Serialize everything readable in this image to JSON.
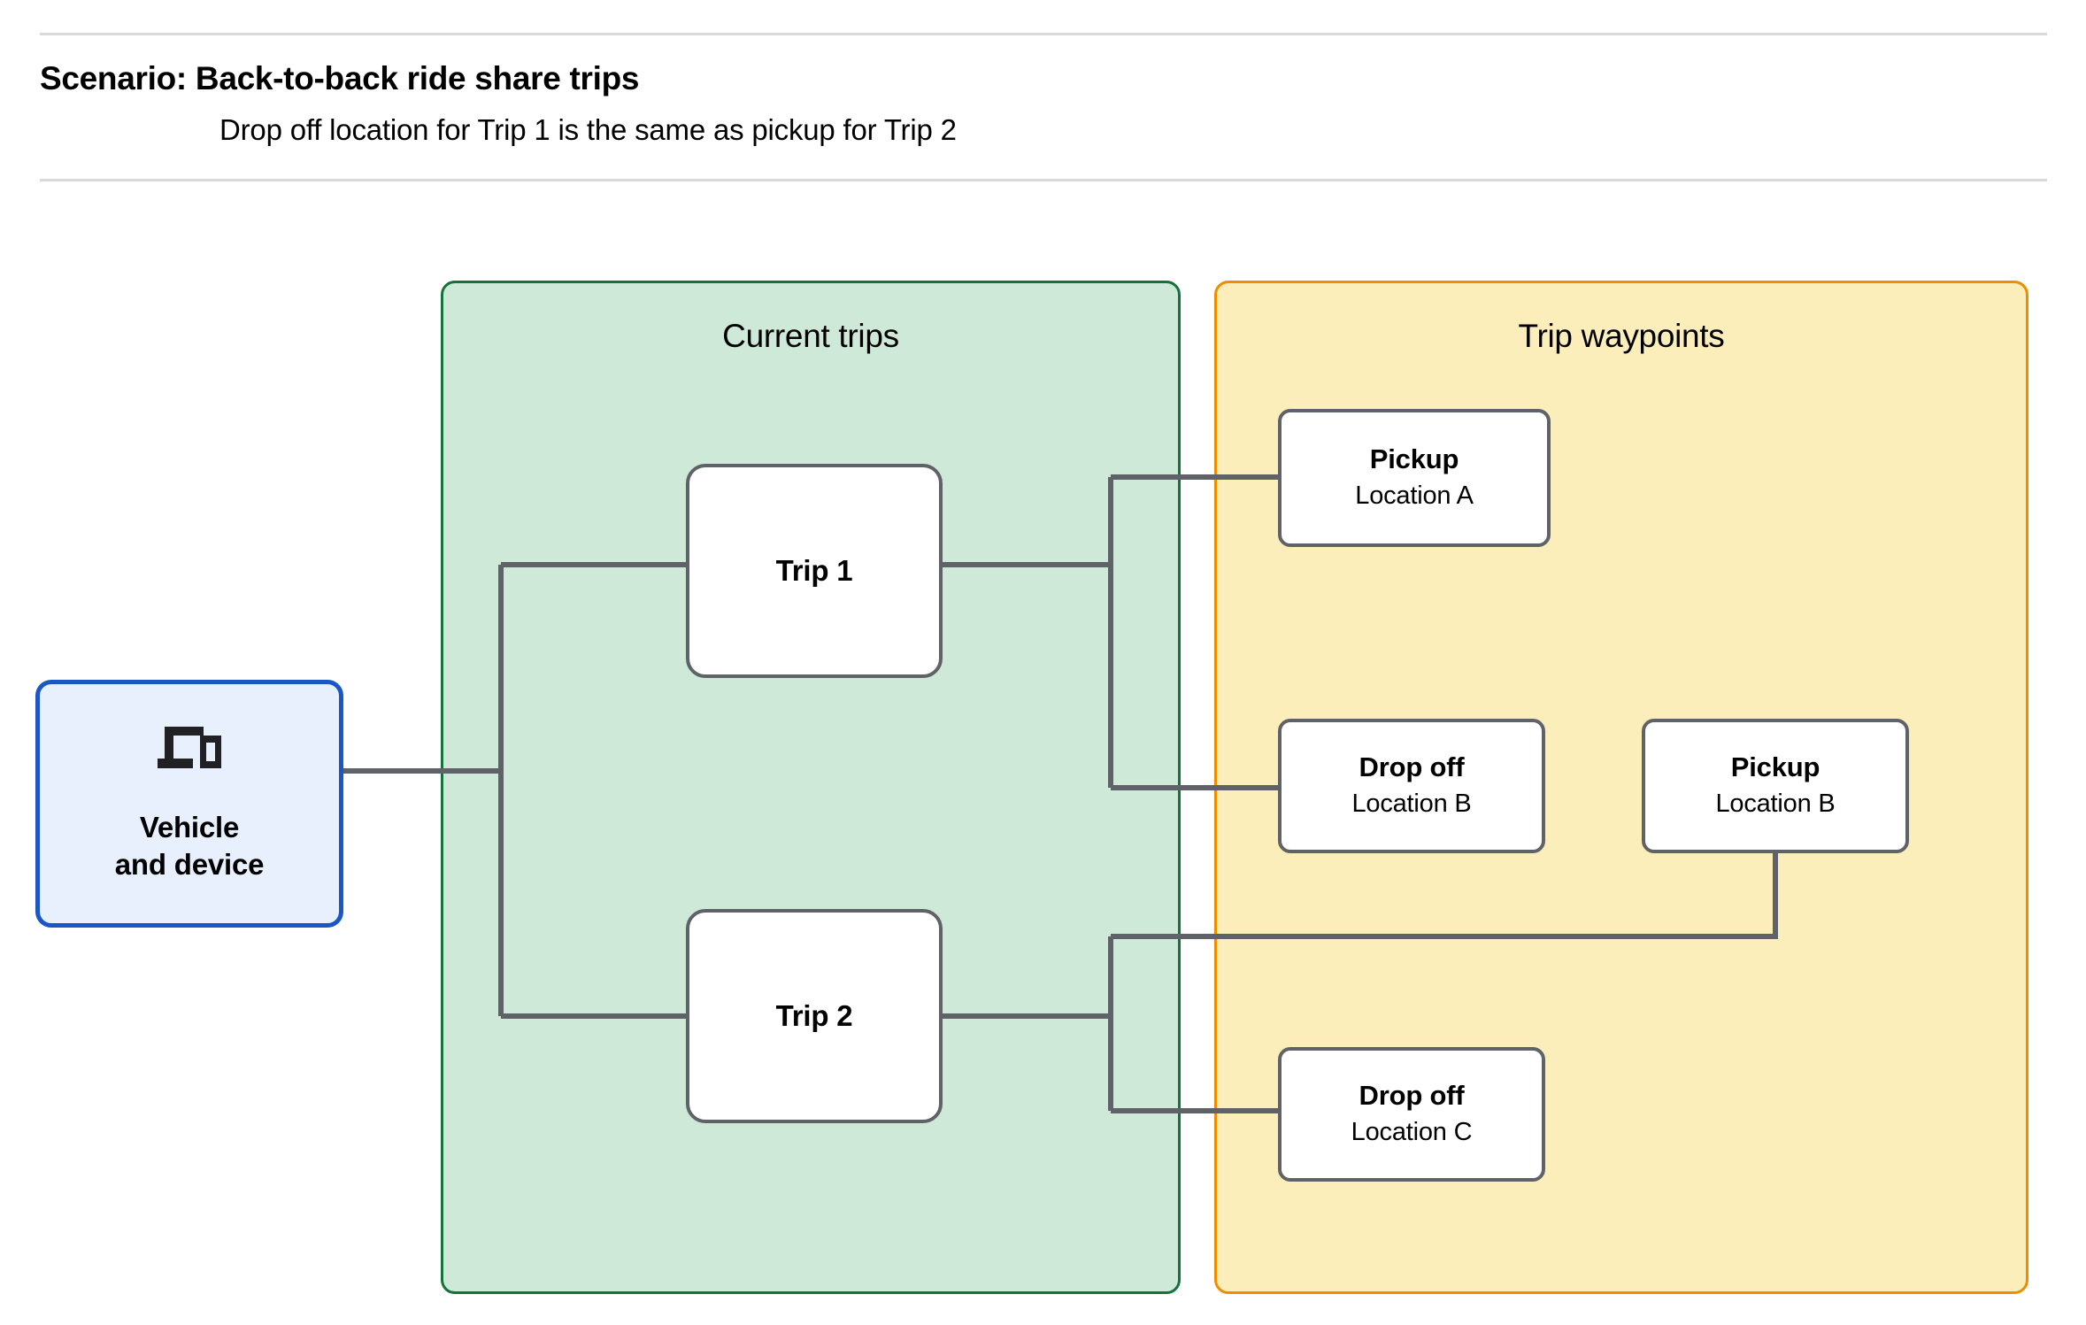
{
  "header": {
    "title": "Scenario: Back-to-back ride share trips",
    "subtitle": "Drop off  location for Trip 1 is the same as pickup for Trip 2"
  },
  "panels": {
    "current_trips": {
      "title": "Current trips",
      "fill": "#cee9d7",
      "border": "#13733a"
    },
    "trip_waypoints": {
      "title": "Trip waypoints",
      "fill": "#fceeba",
      "border": "#f08c00"
    }
  },
  "nodes": {
    "vehicle": {
      "line1": "Vehicle",
      "line2": "and device",
      "icon": "devices-icon",
      "fill": "#e8f0fe",
      "border": "#1a56c4"
    },
    "trip_1": {
      "label": "Trip 1"
    },
    "trip_2": {
      "label": "Trip 2"
    },
    "pickup_a": {
      "title": "Pickup",
      "sub": "Location A"
    },
    "dropoff_b": {
      "title": "Drop off",
      "sub": "Location B"
    },
    "pickup_b": {
      "title": "Pickup",
      "sub": "Location B"
    },
    "dropoff_c": {
      "title": "Drop off",
      "sub": "Location C"
    }
  },
  "colors": {
    "connector": "#5f6368",
    "node_border": "#5f6368",
    "rule": "#d9d9d9",
    "text": "#000000"
  }
}
